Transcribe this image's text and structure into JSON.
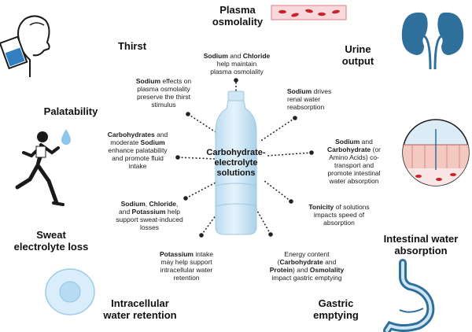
{
  "center": {
    "line1": "Carbohydrate-",
    "line2": "electrolyte",
    "line3": "solutions"
  },
  "titles": {
    "plasma_line1": "Plasma",
    "plasma_line2": "osmolality",
    "thirst": "Thirst",
    "urine_line1": "Urine",
    "urine_line2": "output",
    "palatability": "Palatability",
    "sweat_line1": "Sweat",
    "sweat_line2": "electrolyte loss",
    "intestinal_line1": "Intestinal water",
    "intestinal_line2": "absorption",
    "intracellular_line1": "Intracellular",
    "intracellular_line2": "water retention",
    "gastric_line1": "Gastric",
    "gastric_line2": "emptying"
  },
  "descriptions": {
    "plasma": [
      {
        "b": "Sodium"
      },
      {
        "t": " and "
      },
      {
        "b": "Chloride"
      },
      {
        "br": true
      },
      {
        "t": "help maintain"
      },
      {
        "br": true
      },
      {
        "t": "plasma osmolality"
      }
    ],
    "thirst": [
      {
        "b": "Sodium"
      },
      {
        "t": " effects on"
      },
      {
        "br": true
      },
      {
        "t": "plasma osmolality"
      },
      {
        "br": true
      },
      {
        "t": "preserve the thirst"
      },
      {
        "br": true
      },
      {
        "t": "stimulus"
      }
    ],
    "urine": [
      {
        "b": "Sodium"
      },
      {
        "t": " drives"
      },
      {
        "br": true
      },
      {
        "t": "renal water"
      },
      {
        "br": true
      },
      {
        "t": "reabsorption"
      }
    ],
    "palatability": [
      {
        "b": "Carbohydrates"
      },
      {
        "t": " and"
      },
      {
        "br": true
      },
      {
        "t": "moderate "
      },
      {
        "b": "Sodium"
      },
      {
        "br": true
      },
      {
        "t": "enhance palatability"
      },
      {
        "br": true
      },
      {
        "t": "and promote fluid"
      },
      {
        "br": true
      },
      {
        "t": "intake"
      }
    ],
    "intestinal": [
      {
        "b": "Sodium"
      },
      {
        "t": " and"
      },
      {
        "br": true
      },
      {
        "b": "Carbohydrate"
      },
      {
        "t": " (or"
      },
      {
        "br": true
      },
      {
        "t": "Amino Acids) co-"
      },
      {
        "br": true
      },
      {
        "t": "transport and"
      },
      {
        "br": true
      },
      {
        "t": "promote intestinal"
      },
      {
        "br": true
      },
      {
        "t": "water absorption"
      }
    ],
    "sweat": [
      {
        "b": "Sodium"
      },
      {
        "t": ", "
      },
      {
        "b": "Chloride"
      },
      {
        "t": ","
      },
      {
        "br": true
      },
      {
        "t": "and "
      },
      {
        "b": "Potassium"
      },
      {
        "t": " help"
      },
      {
        "br": true
      },
      {
        "t": "support sweat-induced"
      },
      {
        "br": true
      },
      {
        "t": "losses"
      }
    ],
    "tonicity": [
      {
        "b": "Tonicity"
      },
      {
        "t": " of solutions"
      },
      {
        "br": true
      },
      {
        "t": "impacts speed of"
      },
      {
        "br": true
      },
      {
        "t": "absorption"
      }
    ],
    "intracellular": [
      {
        "b": "Potassium"
      },
      {
        "t": " intake"
      },
      {
        "br": true
      },
      {
        "t": "may help support"
      },
      {
        "br": true
      },
      {
        "t": "intracellular water"
      },
      {
        "br": true
      },
      {
        "t": "retention"
      }
    ],
    "gastric": [
      {
        "t": "Energy content"
      },
      {
        "br": true
      },
      {
        "t": "("
      },
      {
        "b": "Carbohydrate"
      },
      {
        "t": " and"
      },
      {
        "br": true
      },
      {
        "b": "Protein"
      },
      {
        "t": ") and "
      },
      {
        "b": "Osmolality"
      },
      {
        "br": true
      },
      {
        "t": "impact gastric emptying"
      }
    ]
  },
  "icons": {
    "plasma": "blood-vessel-icon",
    "thirst": "person-drinking-icon",
    "urine": "kidneys-icon",
    "palatability": "runner-icon",
    "intestinal": "intestinal-cells-icon",
    "intracellular": "cell-icon",
    "gastric": "stomach-icon",
    "center": "water-bottle-icon"
  },
  "colors": {
    "accent_blue": "#2f6f9c",
    "light_blue": "#cfe6f5",
    "blood_red": "#c8232c",
    "vessel_pink": "#f6cfd1",
    "connector": "#222222"
  }
}
